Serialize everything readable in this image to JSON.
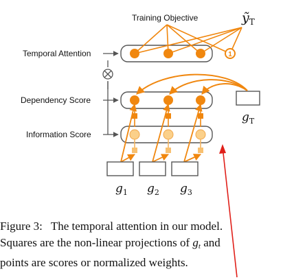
{
  "figure": {
    "labels": {
      "training_objective": "Training Objective",
      "temporal_attention": "Temporal Attention",
      "dependency_score": "Dependency Score",
      "information_score": "Information Score"
    },
    "math": {
      "y_tilde_var": "ỹ",
      "y_tilde_sub": "T",
      "g_T_var": "g",
      "g_T_sub": "T",
      "g1_var": "g",
      "g1_sub": "1",
      "g2_var": "g",
      "g2_sub": "2",
      "g3_var": "g",
      "g3_sub": "3",
      "circled_one": "1",
      "otimes": "⊗"
    },
    "colors": {
      "orange": "#f0870f",
      "orange_light": "#fbd08a",
      "box_stroke": "#555555",
      "annotation_red": "#e0201a"
    }
  },
  "caption": {
    "label": "Figure 3:",
    "line1_text": "The temporal attention in our model.",
    "line2_pre": "Squares are the non-linear projections of",
    "line2_var": "g",
    "line2_sub": "t",
    "line2_post": "and",
    "line3": "points are scores or normalized weights."
  }
}
